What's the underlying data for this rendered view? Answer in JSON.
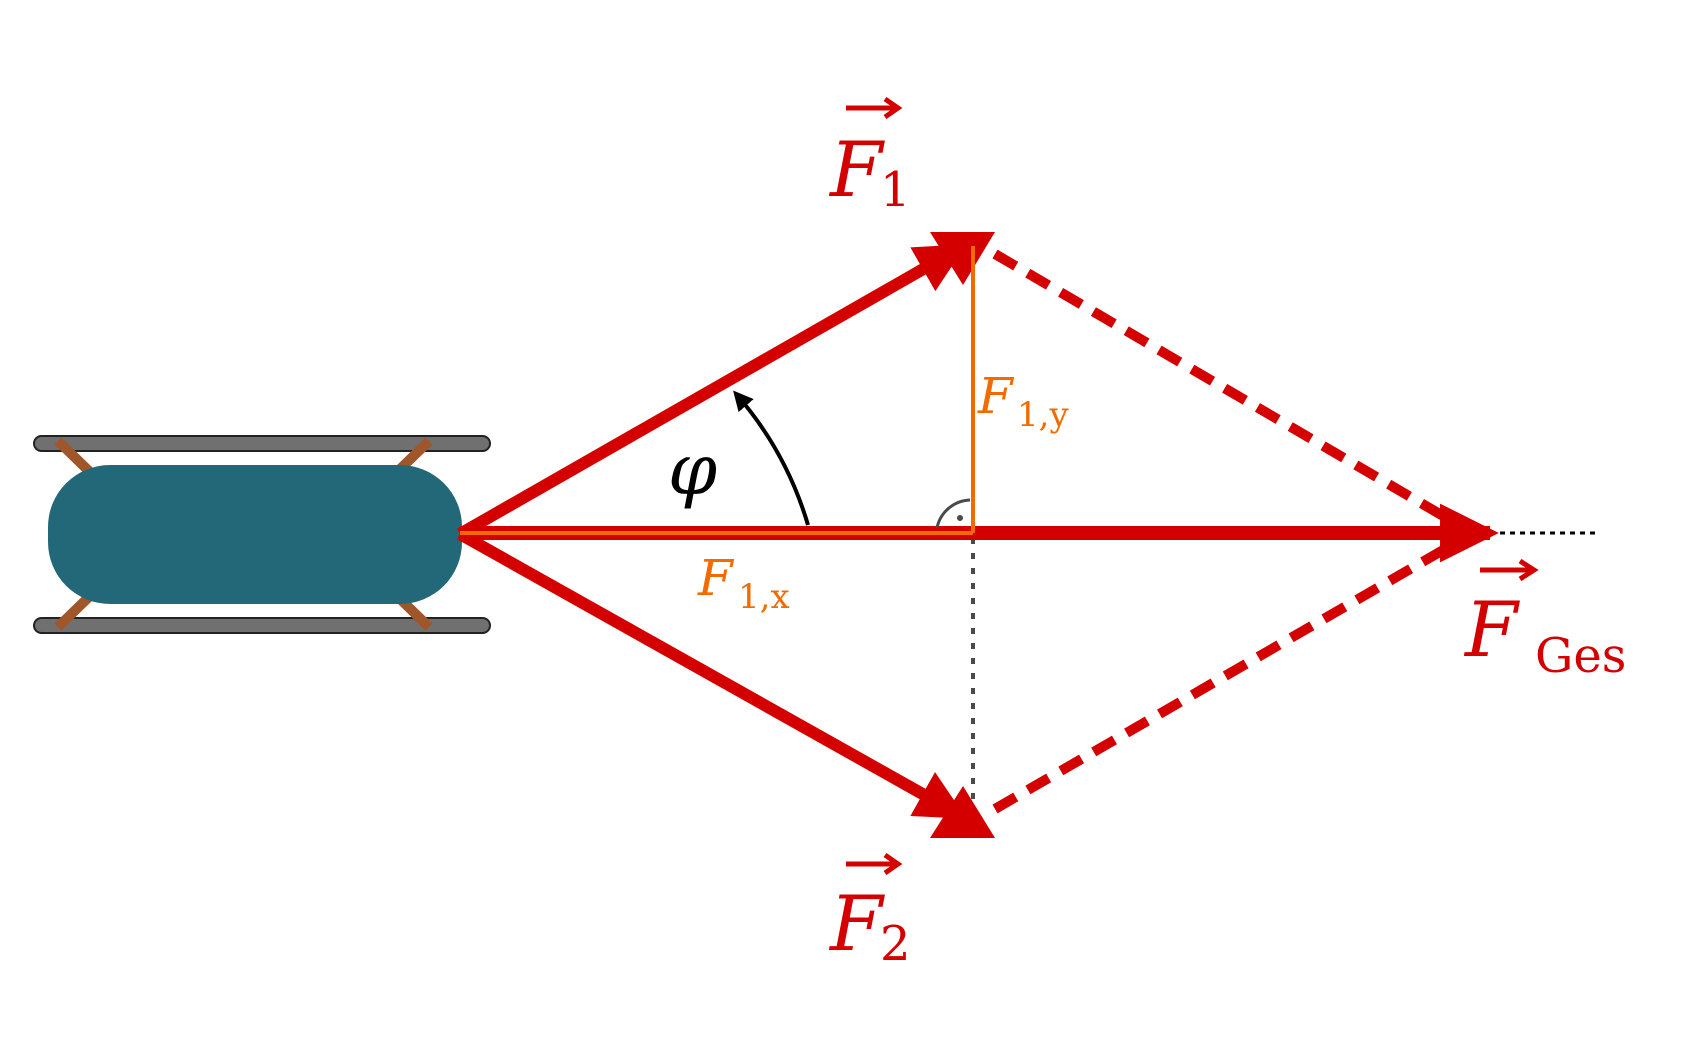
{
  "labels": {
    "f1": {
      "symbol": "F",
      "subscript": "1"
    },
    "f2": {
      "symbol": "F",
      "subscript": "2"
    },
    "fges": {
      "symbol": "F",
      "subscript": "Ges"
    },
    "f1x": {
      "symbol": "F",
      "subscript": "1,x"
    },
    "f1y": {
      "symbol": "F",
      "subscript": "1,y"
    },
    "angle": "φ"
  },
  "colors": {
    "force": "#d40000",
    "component": "#f26b00",
    "sled_body": "#236878",
    "sled_runner": "#707070",
    "sled_strut": "#a0562b",
    "helper_line": "#4a4a4a",
    "angle_arc": "#000000"
  }
}
